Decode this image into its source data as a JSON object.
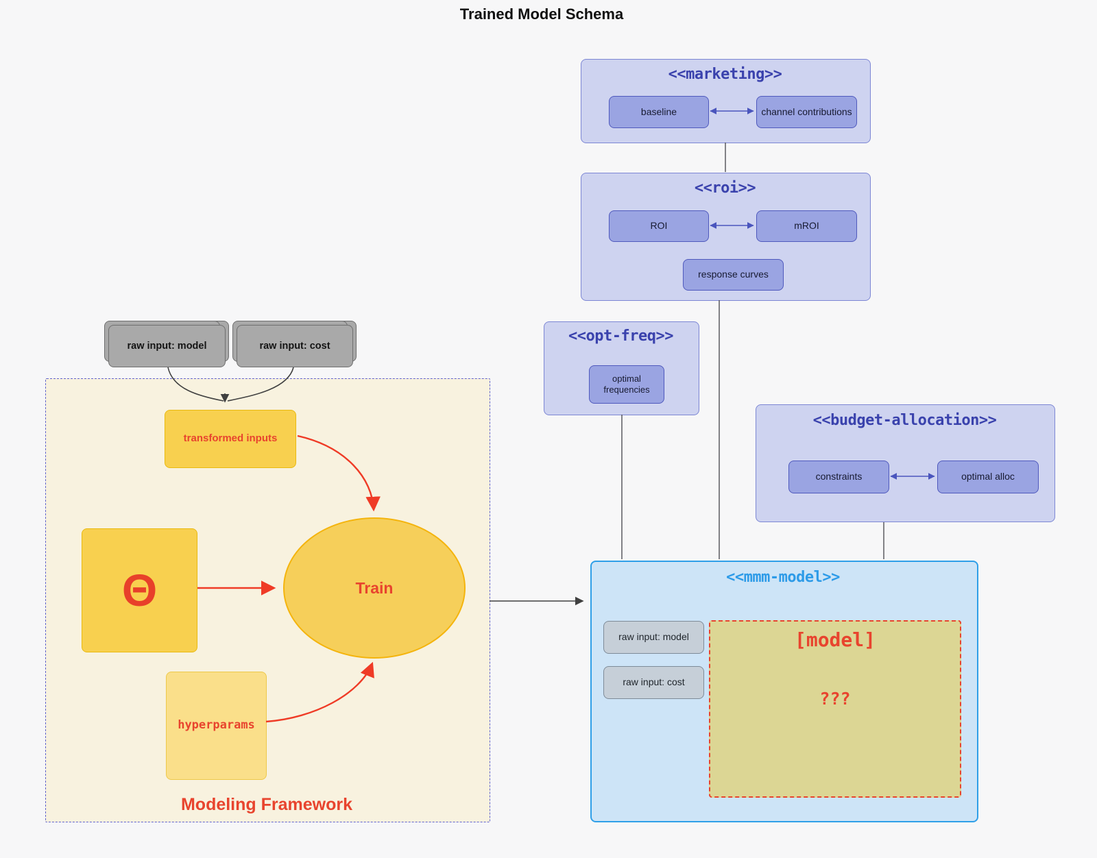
{
  "title": "Trained Model Schema",
  "colors": {
    "page_background": "#f7f7f8",
    "purple_container_fill": "#ced3f0",
    "purple_container_border": "#7c86d4",
    "purple_title_text": "#3a42ad",
    "purple_node_fill": "#9aa4e2",
    "purple_node_border": "#4f59bd",
    "blue_container_fill": "#cde4f7",
    "blue_container_border": "#2f9fe8",
    "blue_title_text": "#2d9be8",
    "gray_dark_node_fill": "#a9a9a9",
    "gray_light_node_fill": "#c6cfd8",
    "yellow_node_fill": "#f8d04f",
    "yellow_light_node_fill": "#fadf8a",
    "train_ellipse_fill": "#f6cf5a",
    "khaki_model_fill": "#dcd694",
    "cream_framework_fill": "#f8f2df",
    "framework_border": "#5f62ce",
    "red_accent": "#e8442e",
    "dark_line": "#404040",
    "indigo_line": "#4a55bd"
  },
  "top_inputs": {
    "raw_model": "raw input: model",
    "raw_cost": "raw input: cost"
  },
  "marketing": {
    "title": "<<marketing>>",
    "baseline": "baseline",
    "channel": "channel contributions"
  },
  "roi": {
    "title": "<<roi>>",
    "roi": "ROI",
    "mroi": "mROI",
    "response": "response curves"
  },
  "opt_freq": {
    "title": "<<opt-freq>>",
    "optimal_frequencies": "optimal frequencies"
  },
  "budget": {
    "title": "<<budget-allocation>>",
    "constraints": "constraints",
    "optimal_alloc": "optimal alloc"
  },
  "mmm": {
    "title": "<<mmm-model>>",
    "raw_model": "raw input: model",
    "raw_cost": "raw input: cost",
    "model_label": "[model]",
    "model_placeholder": "???"
  },
  "framework": {
    "label": "Modeling Framework",
    "transformed_inputs": "transformed inputs",
    "theta": "Θ",
    "train": "Train",
    "hyperparams": "hyperparams"
  }
}
